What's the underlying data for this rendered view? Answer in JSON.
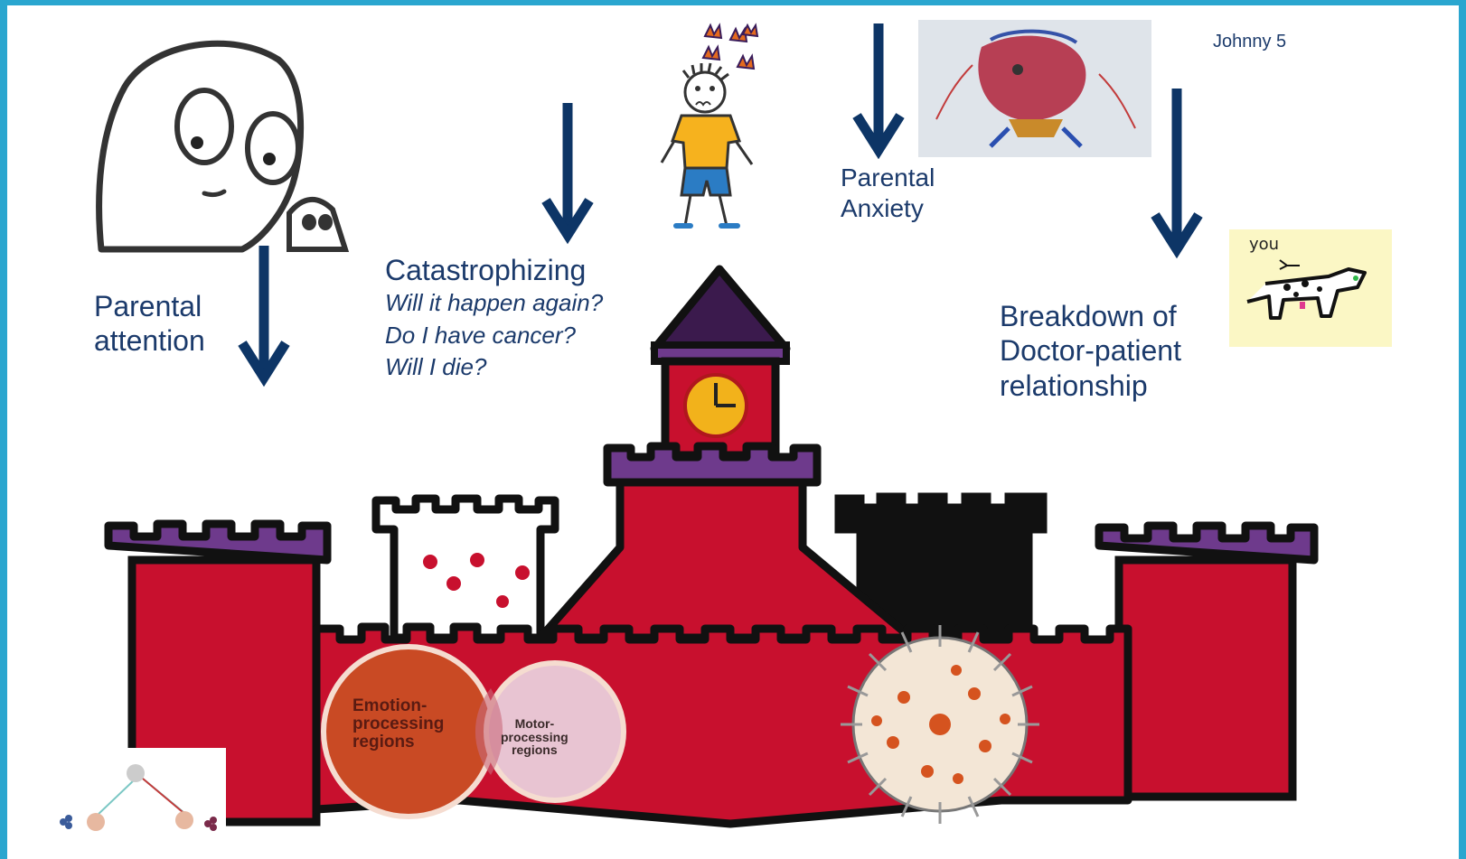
{
  "labels": {
    "parental_attention": [
      "Parental",
      "attention"
    ],
    "catastrophizing": "Catastrophizing",
    "catastrophizing_questions": [
      "Will it happen again?",
      "Do I have cancer?",
      "Will I die?"
    ],
    "parental_anxiety": [
      "Parental",
      "Anxiety"
    ],
    "breakdown": [
      "Breakdown of",
      "Doctor-patient",
      "relationship"
    ],
    "johnny": "Johnny 5"
  },
  "cow_card": {
    "text": "you"
  },
  "venn": {
    "emotion": [
      "Emotion-",
      "processing",
      "regions"
    ],
    "motor": [
      "Motor-",
      "processing",
      "regions"
    ]
  },
  "colors": {
    "arrow": "#0d3566",
    "label": "#1b3a6b",
    "castle_red": "#c8102e",
    "castle_purple": "#6e3a8c",
    "frame": "#2aa6cf"
  }
}
